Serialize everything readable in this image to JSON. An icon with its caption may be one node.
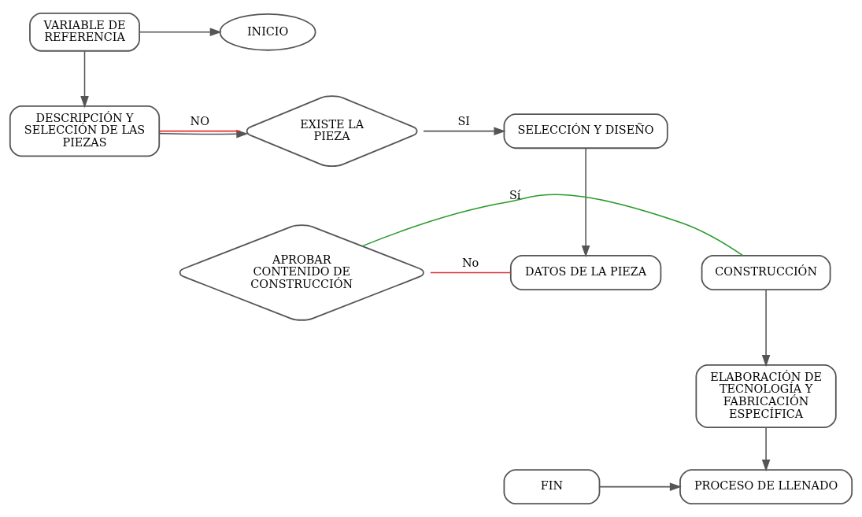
{
  "diagram": {
    "nodes": [
      {
        "text": [
          "INICIO"
        ]
      },
      {
        "text": [
          "VARIABLE DE REFERENCIA"
        ]
      },
      {
        "text": [
          "DESCRIPCIÓN Y SELECCIÓN DE LAS PIEZAS"
        ]
      },
      {
        "text": [
          "EXISTE LA PIEZA"
        ]
      },
      {
        "text": [
          "SELECCIÓN Y DISEÑO"
        ]
      },
      {
        "text": [
          "CONSTRUCCIÓN"
        ]
      },
      {
        "text": [
          "APROBAR CONTENIDO DE CONSTRUCCIÓN"
        ]
      },
      {
        "text": [
          "DATOS DE LA PIEZA"
        ]
      },
      {
        "text": [
          "ELABORACIÓN DE TECNOLOGÍA Y FABRICACIÓN ESPECÍFICA"
        ]
      },
      {
        "text": [
          "FIN"
        ]
      },
      {
        "text": [
          "PROCESO DE LLENADO"
        ]
      }
    ],
    "edges": [
      {
        "from": 1,
        "to": 0,
        "arrow": "to"
      },
      {
        "from": 1,
        "to": 2,
        "arrow": "to"
      },
      {
        "from": 2,
        "to": 3,
        "arrow": "to"
      },
      {
        "from": 3,
        "to": 4,
        "label": "SI",
        "arrow": "to"
      },
      {
        "from": 3,
        "to": 2,
        "label": "NO",
        "arrow": "none",
        "color": "#e03030"
      },
      {
        "from": 4,
        "to": 7,
        "arrow": "to"
      },
      {
        "from": 6,
        "to": 5,
        "label": "Sí",
        "arrow": "none",
        "color": "#2a9a2a"
      },
      {
        "from": 6,
        "to": 7,
        "label": "No",
        "arrow": "none",
        "color": "#e03030"
      },
      {
        "from": 5,
        "to": 8,
        "arrow": "to"
      },
      {
        "from": 8,
        "to": 10,
        "arrow": "to"
      },
      {
        "from": 9,
        "to": 10,
        "arrow": "to"
      }
    ]
  }
}
